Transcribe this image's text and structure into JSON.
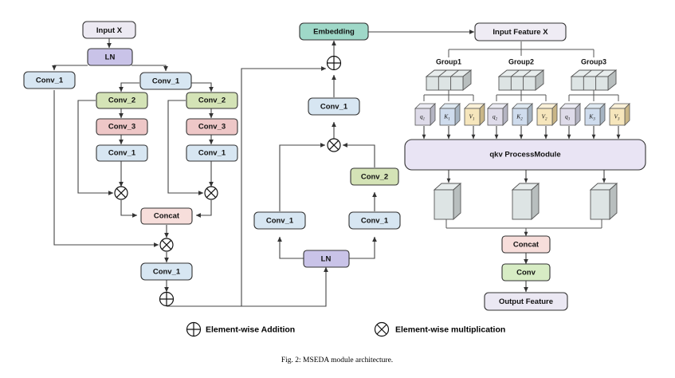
{
  "figure": {
    "caption": "Fig. 2: MSEDA module architecture.",
    "title": "MSEDA module architecture"
  },
  "colors": {
    "input": "#ece9f2",
    "ln": "#c9c3e8",
    "conv1": "#d7e6f2",
    "conv2": "#d4e3b6",
    "conv3": "#eec7c7",
    "concat": "#f7dedb",
    "embedding": "#9fd8c8",
    "inputfeature": "#efecf4",
    "processmodule": "#e9e4f4",
    "conv": "#d7ecc4",
    "outputfeature": "#ebe8f3",
    "cube_q": "#dedbe9",
    "cube_k": "#cfdced",
    "cube_v": "#f6e6bc",
    "cube_plain": "#dde4e4",
    "stroke": "#333333",
    "edge": "#444444"
  },
  "left_branch": {
    "input": "Input X",
    "ln": "LN",
    "conv1_skip": "Conv_1",
    "conv1_top": "Conv_1",
    "branch_a": {
      "conv2": "Conv_2",
      "conv3": "Conv_3",
      "conv1": "Conv_1"
    },
    "branch_b": {
      "conv2": "Conv_2",
      "conv3": "Conv_3",
      "conv1": "Conv_1"
    },
    "concat": "Concat",
    "conv1_out": "Conv_1"
  },
  "middle_branch": {
    "embedding": "Embedding",
    "conv1_top": "Conv_1",
    "conv2": "Conv_2",
    "conv1_left": "Conv_1",
    "conv1_right": "Conv_1",
    "ln": "LN"
  },
  "right_branch": {
    "input_feature": "Input Feature X",
    "groups": [
      {
        "label": "Group1",
        "qkv": [
          {
            "name": "q",
            "sub": "1",
            "kind": "q"
          },
          {
            "name": "K",
            "sub": "1",
            "kind": "k"
          },
          {
            "name": "V",
            "sub": "1",
            "kind": "v"
          }
        ]
      },
      {
        "label": "Group2",
        "qkv": [
          {
            "name": "q",
            "sub": "2",
            "kind": "q"
          },
          {
            "name": "K",
            "sub": "2",
            "kind": "k"
          },
          {
            "name": "V",
            "sub": "2",
            "kind": "v"
          }
        ]
      },
      {
        "label": "Group3",
        "qkv": [
          {
            "name": "q",
            "sub": "3",
            "kind": "q"
          },
          {
            "name": "K",
            "sub": "3",
            "kind": "k"
          },
          {
            "name": "V",
            "sub": "3",
            "kind": "v"
          }
        ]
      }
    ],
    "process_module": "qkv ProcessModule",
    "concat": "Concat",
    "conv": "Conv",
    "output_feature": "Output Feature"
  },
  "legend": [
    {
      "icon": "circled-plus-icon",
      "label": "Element-wise Addition"
    },
    {
      "icon": "circled-times-icon",
      "label": "Element-wise multiplication"
    }
  ]
}
